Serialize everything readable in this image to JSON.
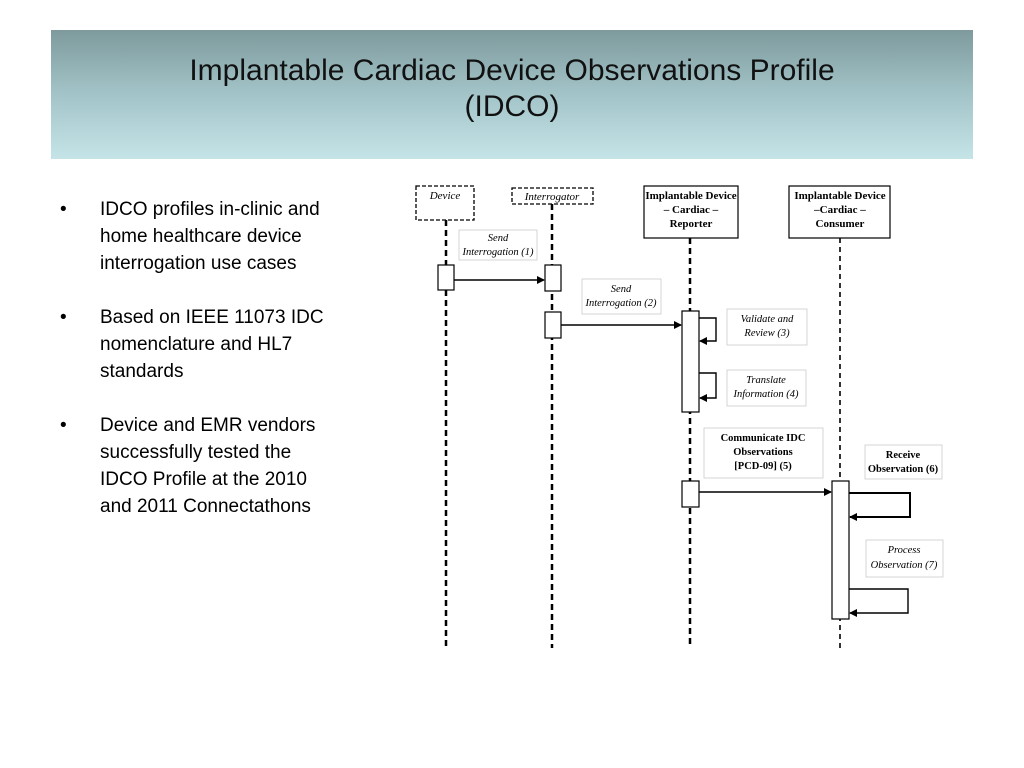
{
  "title": {
    "line1": "Implantable Cardiac Device Observations Profile",
    "line2": "(IDCO)"
  },
  "bullets": [
    {
      "lines": [
        "IDCO profiles in-clinic and",
        "home healthcare device",
        "interrogation use cases"
      ]
    },
    {
      "lines": [
        "Based on IEEE 11073 IDC",
        "nomenclature and HL7",
        "standards"
      ]
    },
    {
      "lines": [
        "Device and EMR vendors",
        "successfully tested the",
        "IDCO Profile at the 2010",
        "and 2011 Connectathons"
      ]
    }
  ],
  "bullet_symbol": "•",
  "diagram": {
    "actors": {
      "device": "Device",
      "interrogator": "Interrogator",
      "reporter": [
        "Implantable Device",
        "– Cardiac –",
        "Reporter"
      ],
      "consumer": [
        "Implantable Device",
        "–Cardiac –",
        "Consumer"
      ]
    },
    "messages": {
      "m1": [
        "Send",
        "Interrogation (1)"
      ],
      "m2": [
        "Send",
        "Interrogation (2)"
      ],
      "m3": [
        "Validate and",
        "Review (3)"
      ],
      "m4": [
        "Translate",
        "Information (4)"
      ],
      "m5": [
        "Communicate IDC",
        "Observations",
        "[PCD-09] (5)"
      ],
      "m6": [
        "Receive",
        "Observation (6)"
      ],
      "m7": [
        "Process",
        "Observation (7)"
      ]
    }
  }
}
